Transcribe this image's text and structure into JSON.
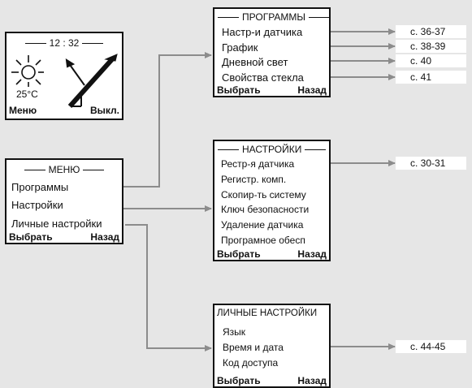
{
  "main_display": {
    "time": "12 : 32",
    "temperature": "25°C",
    "menu_label": "Меню",
    "off_label": "Выкл."
  },
  "menu": {
    "title": "МЕНЮ",
    "items": [
      "Программы",
      "Настройки",
      "Личные настройки"
    ],
    "select_label": "Выбрать",
    "back_label": "Назад"
  },
  "programs": {
    "title": "ПРОГРАММЫ",
    "items": [
      "Настр-и датчика",
      "График",
      "Дневной свет",
      "Свойства стекла"
    ],
    "select_label": "Выбрать",
    "back_label": "Назад"
  },
  "settings": {
    "title": "НАСТРОЙКИ",
    "items": [
      "Рестр-я датчика",
      "Регистр. комп.",
      "Скопир-ть систему",
      "Ключ безопасности",
      "Удаление датчика",
      "Програмное обесп"
    ],
    "select_label": "Выбрать",
    "back_label": "Назад"
  },
  "personal": {
    "title": "ЛИЧНЫЕ НАСТРОЙКИ",
    "items": [
      "Язык",
      "Время и дата",
      "Код доступа"
    ],
    "select_label": "Выбрать",
    "back_label": "Назад"
  },
  "page_refs": [
    "с. 36-37",
    "с. 38-39",
    "с. 40",
    "с. 41",
    "с. 30-31",
    "с. 44-45"
  ],
  "colors": {
    "background": "#e6e6e6",
    "connector": "#8c8c8c",
    "frame": "#111111"
  },
  "icons": [
    "sun-icon",
    "window-angle-icon",
    "arrow-icon"
  ]
}
